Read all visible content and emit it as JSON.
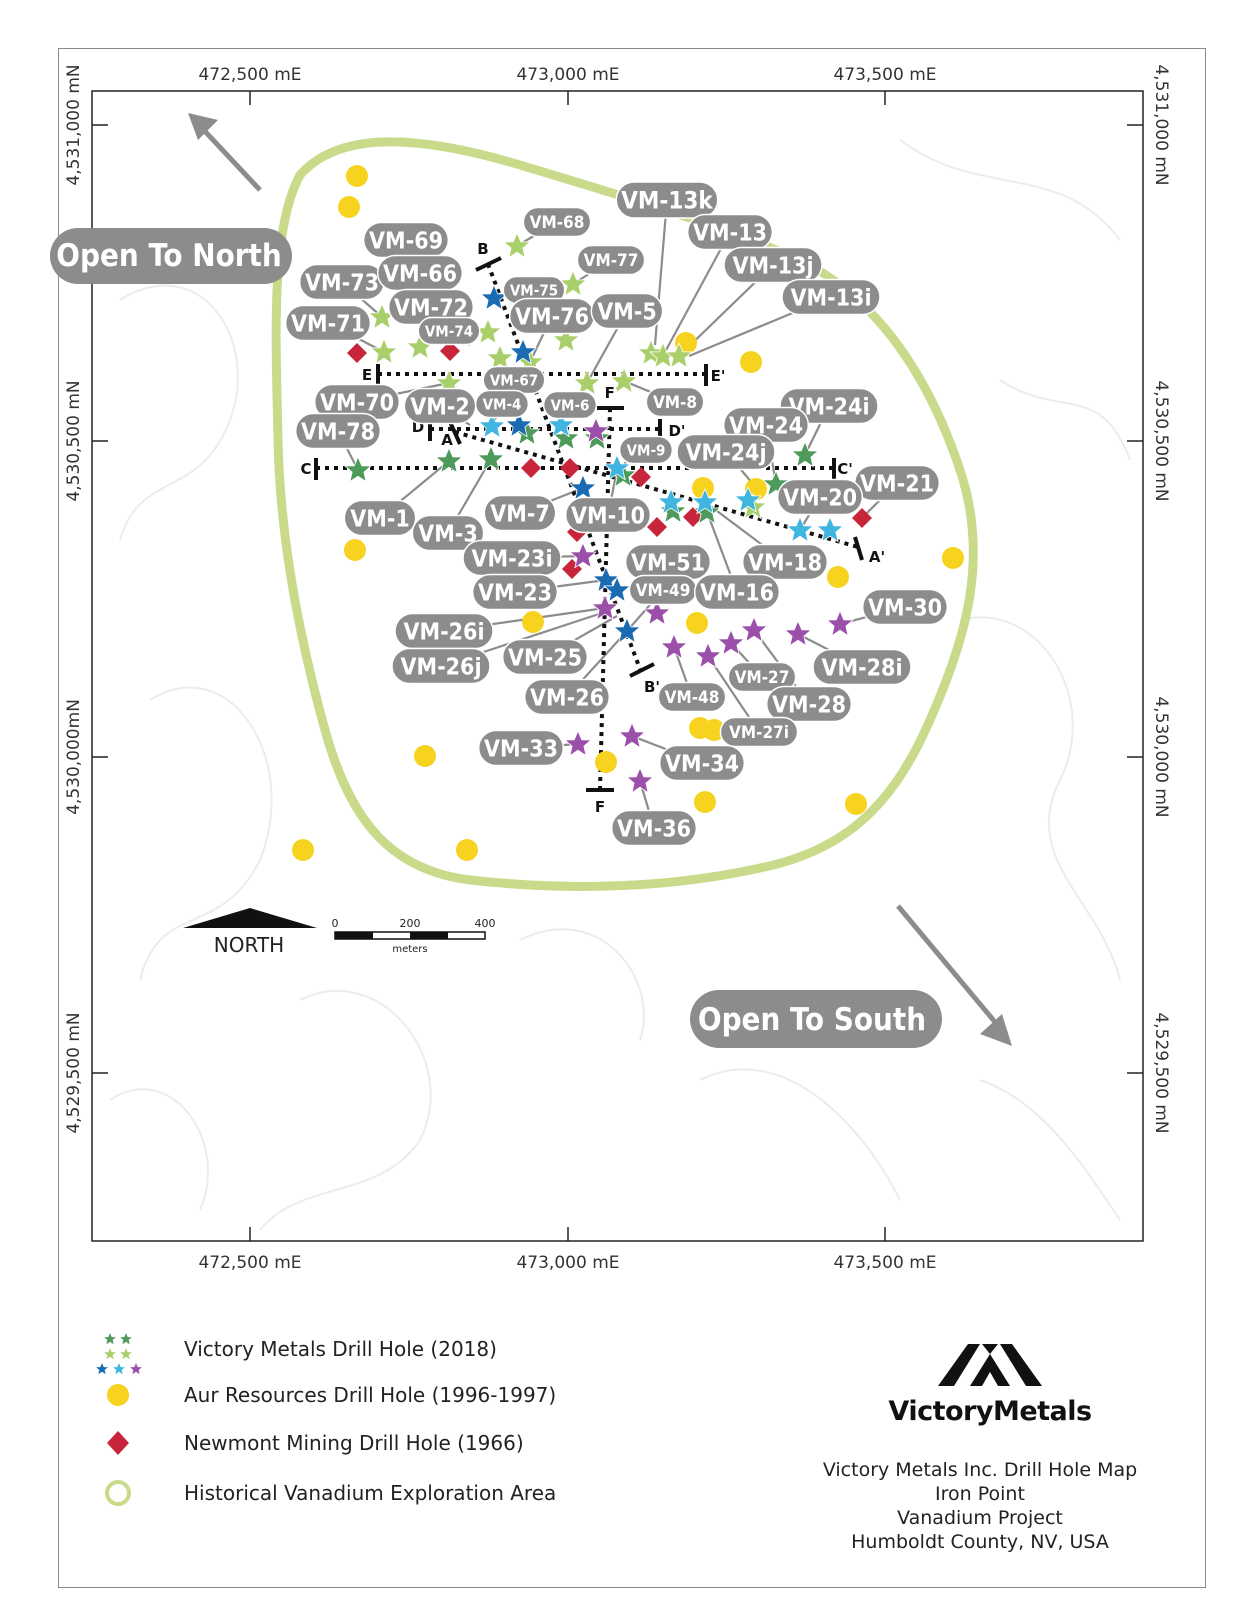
{
  "map": {
    "x_axis_ticks": [
      "472,500 mE",
      "473,000 mE",
      "473,500 mE"
    ],
    "y_axis_left_ticks": [
      "4,531,000 mN",
      "4,530,500 mN",
      "4,530,000mN",
      "4,529,500 mN"
    ],
    "y_axis_right_ticks": [
      "4,531,000 mN",
      "4,530,500 mN",
      "4,530,000 mN",
      "4,529,500 mN"
    ],
    "callouts": {
      "north": "Open To North",
      "south": "Open To South"
    },
    "north_arrow_label": "NORTH",
    "scale_bar": {
      "ticks": [
        "0",
        "200",
        "400"
      ],
      "unit": "meters"
    },
    "colors": {
      "exploration_area": "#c9db8a",
      "victory_dark_green": "#4e9a5a",
      "victory_light_green": "#a8cf6a",
      "victory_dark_blue": "#1b6bb3",
      "victory_light_blue": "#3fb5e0",
      "victory_purple": "#9a4fa8",
      "aur_yellow": "#f7d21e",
      "newmont_red": "#c8243a",
      "label_bg": "#8c8c8c"
    },
    "sections": [
      {
        "start": "A",
        "end": "A'"
      },
      {
        "start": "B",
        "end": "B'"
      },
      {
        "start": "C",
        "end": "C'"
      },
      {
        "start": "D",
        "end": "D'"
      },
      {
        "start": "E",
        "end": "E'"
      },
      {
        "start": "F",
        "end": "F'"
      }
    ],
    "drill_labels": [
      "VM-13k",
      "VM-68",
      "VM-13",
      "VM-13j",
      "VM-69",
      "VM-77",
      "VM-13i",
      "VM-73",
      "VM-66",
      "VM-75",
      "VM-72",
      "VM-76",
      "VM-5",
      "VM-71",
      "VM-74",
      "VM-67",
      "VM-8",
      "VM-70",
      "VM-2",
      "VM-4",
      "VM-6",
      "VM-24i",
      "VM-78",
      "VM-24",
      "VM-9",
      "VM-24j",
      "VM-21",
      "VM-20",
      "VM-7",
      "VM-10",
      "VM-1",
      "VM-3",
      "VM-23i",
      "VM-51",
      "VM-18",
      "VM-23",
      "VM-49",
      "VM-16",
      "VM-30",
      "VM-26i",
      "VM-25",
      "VM-28i",
      "VM-26j",
      "VM-27",
      "VM-48",
      "VM-28",
      "VM-26",
      "VM-27i",
      "VM-33",
      "VM-34",
      "VM-36"
    ]
  },
  "legend": {
    "items": [
      {
        "label": "Victory Metals Drill Hole (2018)",
        "icon": "star-cluster-icon"
      },
      {
        "label": "Aur Resources Drill Hole (1996-1997)",
        "icon": "yellow-circle-icon"
      },
      {
        "label": "Newmont Mining Drill Hole (1966)",
        "icon": "red-diamond-icon"
      },
      {
        "label": "Historical Vanadium Exploration Area",
        "icon": "green-ring-icon"
      }
    ]
  },
  "logo": {
    "name": "VictoryMetals",
    "icon": "victory-metals-logo-icon"
  },
  "title_block": {
    "line1": "Victory Metals Inc. Drill Hole Map",
    "line2": "Iron Point",
    "line3": "Vanadium Project",
    "line4": "Humboldt County, NV, USA"
  }
}
